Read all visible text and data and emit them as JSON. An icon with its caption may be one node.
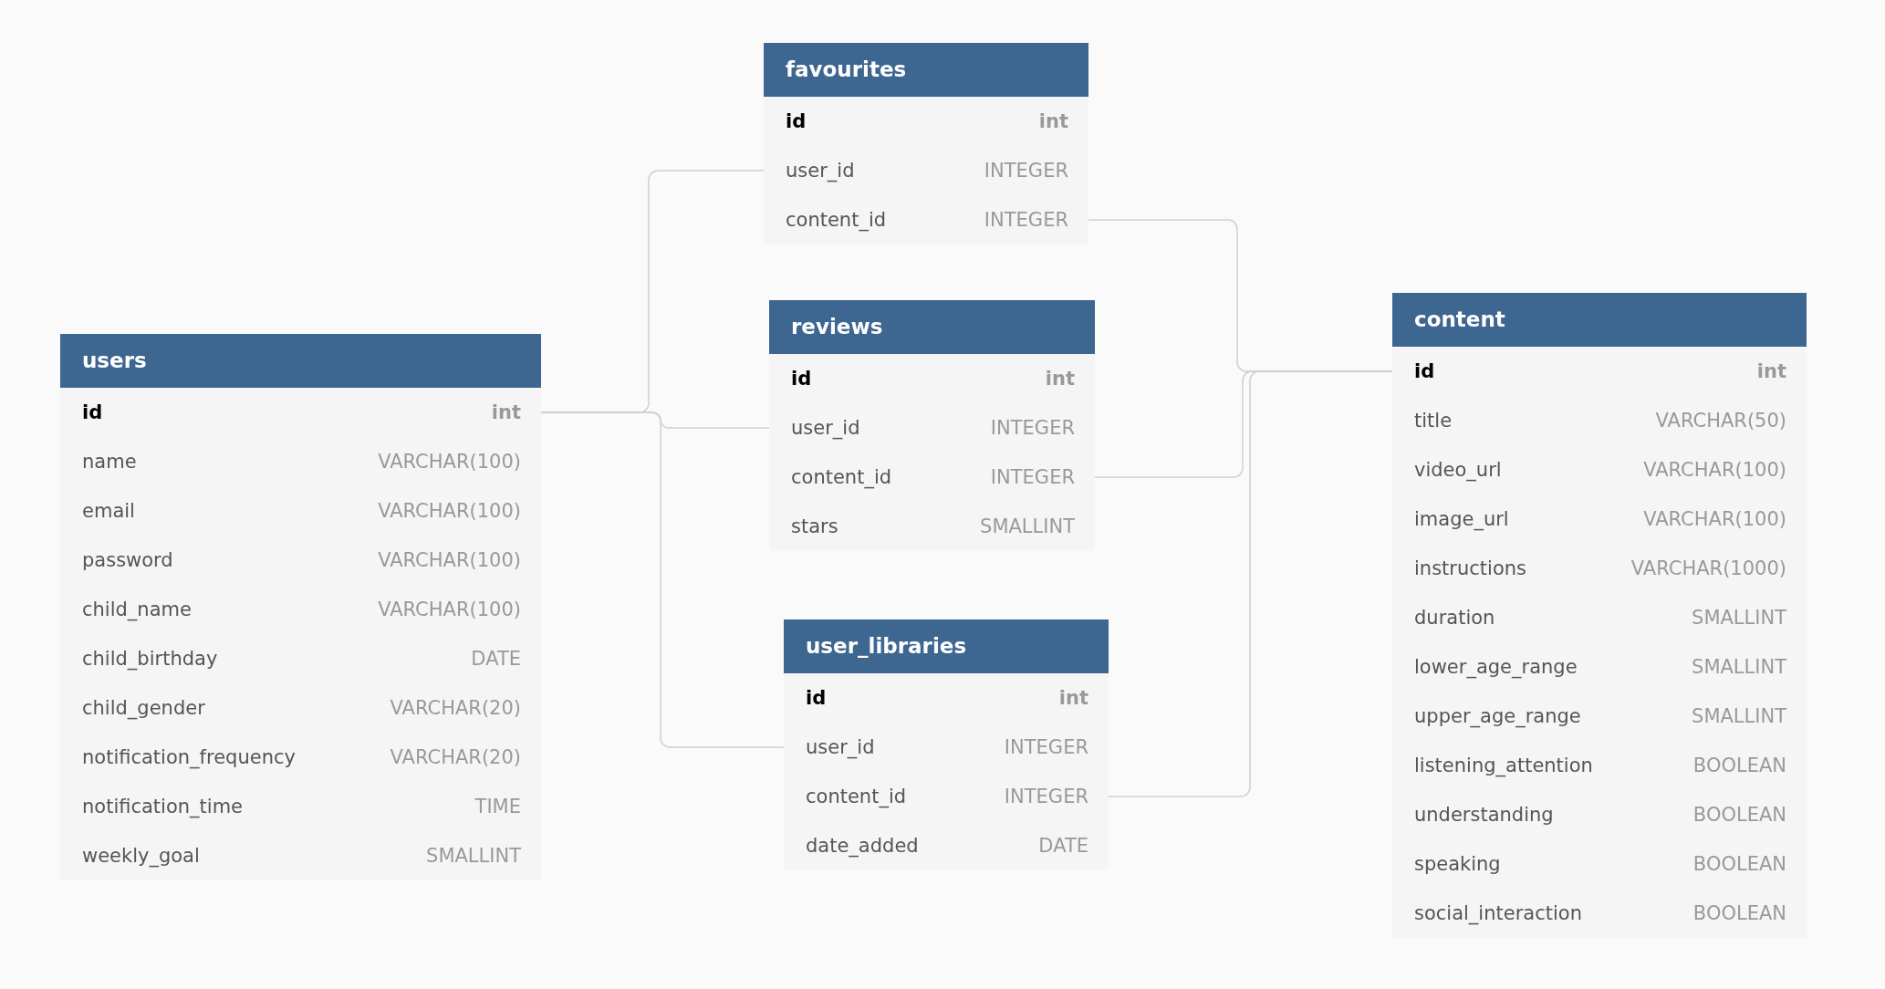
{
  "diagram": {
    "nodes": [
      {
        "text": [
          "users"
        ]
      },
      {
        "text": [
          "id",
          "int"
        ],
        "in": 0
      },
      {
        "text": [
          "name",
          "VARCHAR(100)"
        ],
        "in": 0
      },
      {
        "text": [
          "email",
          "VARCHAR(100)"
        ],
        "in": 0
      },
      {
        "text": [
          "password",
          "VARCHAR(100)"
        ],
        "in": 0
      },
      {
        "text": [
          "child_name",
          "VARCHAR(100)"
        ],
        "in": 0
      },
      {
        "text": [
          "child_birthday",
          "DATE"
        ],
        "in": 0
      },
      {
        "text": [
          "child_gender",
          "VARCHAR(20)"
        ],
        "in": 0
      },
      {
        "text": [
          "notification_frequency",
          "VARCHAR(20)"
        ],
        "in": 0
      },
      {
        "text": [
          "notification_time",
          "TIME"
        ],
        "in": 0
      },
      {
        "text": [
          "weekly_goal",
          "SMALLINT"
        ],
        "in": 0
      },
      {
        "text": [
          "favourites"
        ]
      },
      {
        "text": [
          "id",
          "int"
        ],
        "in": 11
      },
      {
        "text": [
          "user_id",
          "INTEGER"
        ],
        "in": 11
      },
      {
        "text": [
          "content_id",
          "INTEGER"
        ],
        "in": 11
      },
      {
        "text": [
          "reviews"
        ]
      },
      {
        "text": [
          "id",
          "int"
        ],
        "in": 15
      },
      {
        "text": [
          "user_id",
          "INTEGER"
        ],
        "in": 15
      },
      {
        "text": [
          "content_id",
          "INTEGER"
        ],
        "in": 15
      },
      {
        "text": [
          "stars",
          "SMALLINT"
        ],
        "in": 15
      },
      {
        "text": [
          "user_libraries"
        ]
      },
      {
        "text": [
          "id",
          "int"
        ],
        "in": 20
      },
      {
        "text": [
          "user_id",
          "INTEGER"
        ],
        "in": 20
      },
      {
        "text": [
          "content_id",
          "INTEGER"
        ],
        "in": 20
      },
      {
        "text": [
          "date_added",
          "DATE"
        ],
        "in": 20
      },
      {
        "text": [
          "content"
        ]
      },
      {
        "text": [
          "id",
          "int"
        ],
        "in": 25
      },
      {
        "text": [
          "title",
          "VARCHAR(50)"
        ],
        "in": 25
      },
      {
        "text": [
          "video_url",
          "VARCHAR(100)"
        ],
        "in": 25
      },
      {
        "text": [
          "image_url",
          "VARCHAR(100)"
        ],
        "in": 25
      },
      {
        "text": [
          "instructions",
          "VARCHAR(1000)"
        ],
        "in": 25
      },
      {
        "text": [
          "duration",
          "SMALLINT"
        ],
        "in": 25
      },
      {
        "text": [
          "lower_age_range",
          "SMALLINT"
        ],
        "in": 25
      },
      {
        "text": [
          "upper_age_range",
          "SMALLINT"
        ],
        "in": 25
      },
      {
        "text": [
          "listening_attention",
          "BOOLEAN"
        ],
        "in": 25
      },
      {
        "text": [
          "understanding",
          "BOOLEAN"
        ],
        "in": 25
      },
      {
        "text": [
          "speaking",
          "BOOLEAN"
        ],
        "in": 25
      },
      {
        "text": [
          "social_interaction",
          "BOOLEAN"
        ],
        "in": 25
      }
    ],
    "edges": [
      {
        "from": 1,
        "to": 13,
        "arrow": "none"
      },
      {
        "from": 1,
        "to": 17,
        "arrow": "none"
      },
      {
        "from": 1,
        "to": 22,
        "arrow": "none"
      },
      {
        "from": 14,
        "to": 26,
        "arrow": "none"
      },
      {
        "from": 18,
        "to": 26,
        "arrow": "none"
      },
      {
        "from": 23,
        "to": 26,
        "arrow": "none"
      }
    ]
  }
}
